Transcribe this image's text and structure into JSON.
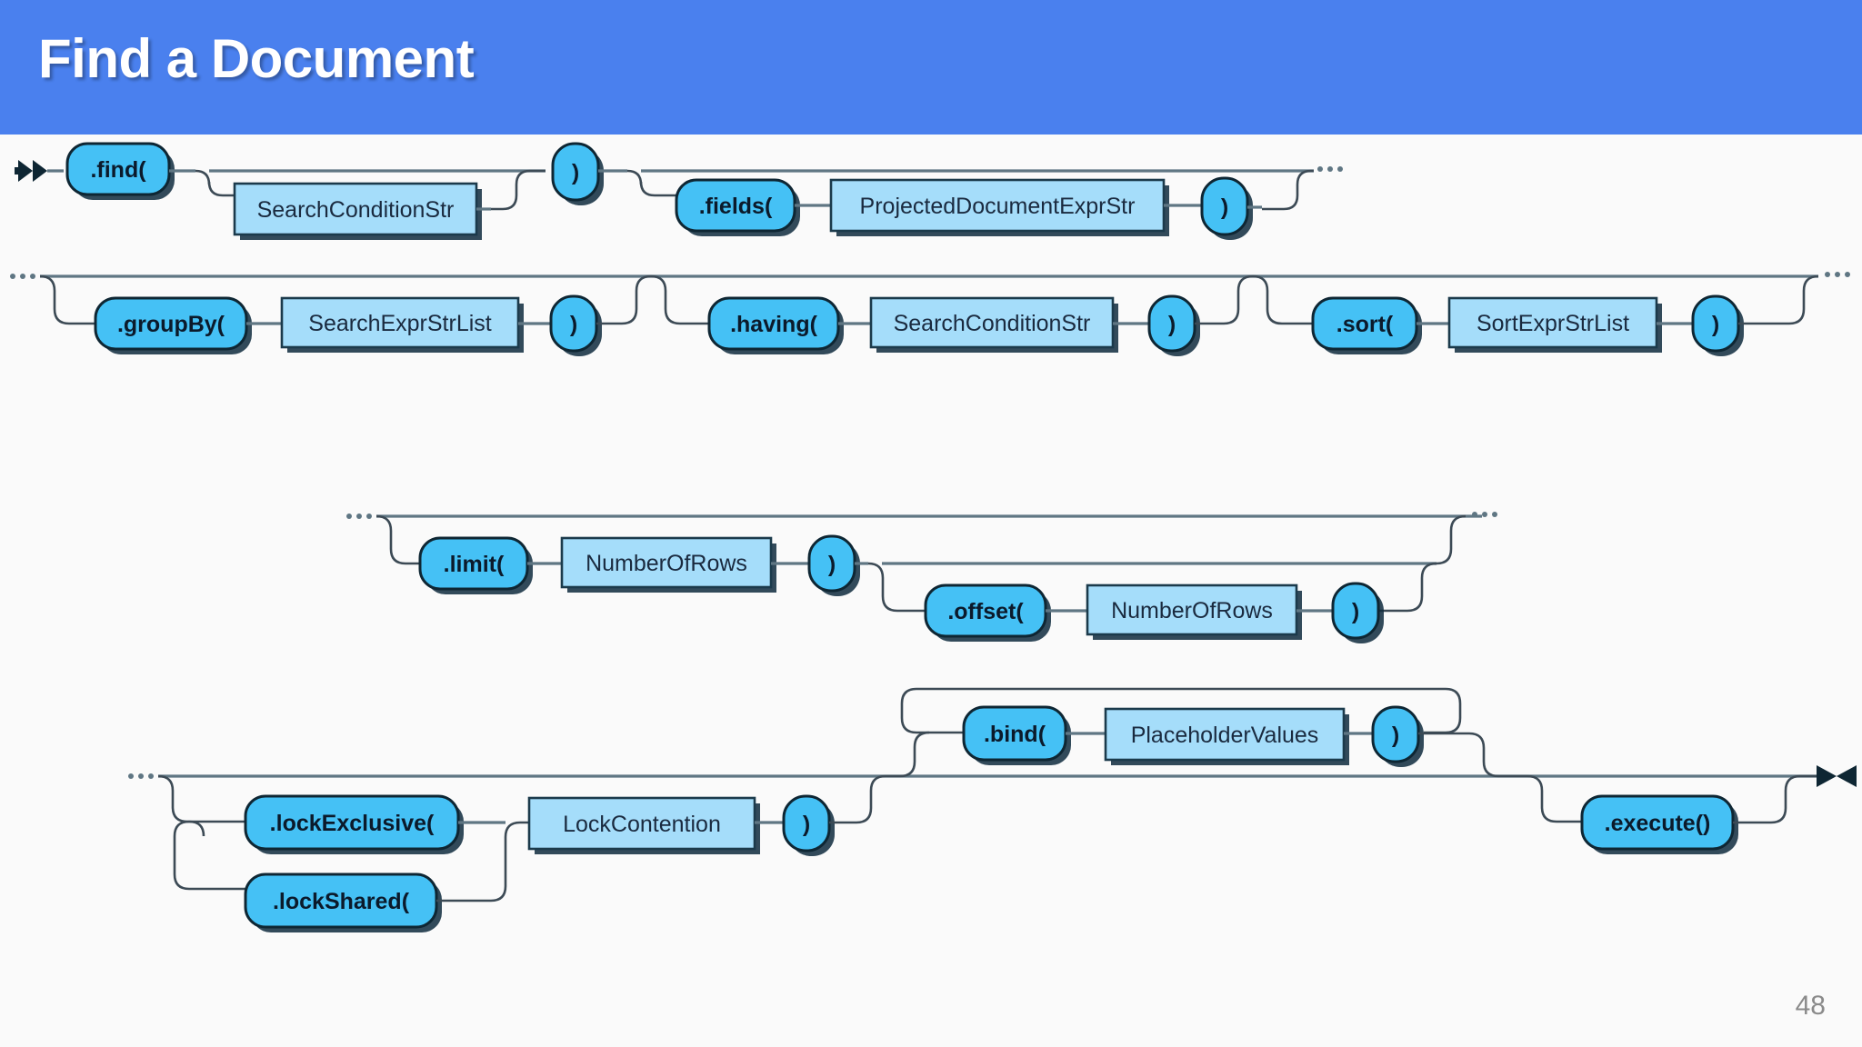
{
  "header": {
    "title": "Find a Document",
    "bg_color": "#4a80ee",
    "text_color": "#ffffff"
  },
  "page": {
    "number": "48",
    "background": "#fafafa"
  },
  "colors": {
    "terminal_fill": "#45c1f5",
    "terminal_stroke": "#0e2633",
    "nonterminal_fill": "#a5ddfa",
    "nonterminal_stroke": "#1b3a4b",
    "rail": "#5f7683",
    "shadow": "#0e2a3d",
    "page_number": "#8a8a8a"
  },
  "diagram": {
    "type": "railroad-syntax-diagram",
    "start_marker": "double-chevron-right",
    "end_marker": "bowtie",
    "rows": [
      {
        "id": "row-1",
        "continues_right": true,
        "nodes": [
          {
            "kind": "terminal",
            "label": ".find("
          },
          {
            "kind": "nonterminal",
            "label": "SearchConditionStr",
            "optional": true
          },
          {
            "kind": "terminal",
            "label": ")"
          },
          {
            "kind": "terminal",
            "label": ".fields(",
            "optional": true
          },
          {
            "kind": "nonterminal",
            "label": "ProjectedDocumentExprStr"
          },
          {
            "kind": "terminal",
            "label": ")"
          }
        ]
      },
      {
        "id": "row-2",
        "continues_left": true,
        "continues_right": true,
        "nodes": [
          {
            "kind": "terminal",
            "label": ".groupBy(",
            "optional": true
          },
          {
            "kind": "nonterminal",
            "label": "SearchExprStrList"
          },
          {
            "kind": "terminal",
            "label": ")"
          },
          {
            "kind": "terminal",
            "label": ".having(",
            "optional": true
          },
          {
            "kind": "nonterminal",
            "label": "SearchConditionStr"
          },
          {
            "kind": "terminal",
            "label": ")"
          },
          {
            "kind": "terminal",
            "label": ".sort(",
            "optional": true
          },
          {
            "kind": "nonterminal",
            "label": "SortExprStrList"
          },
          {
            "kind": "terminal",
            "label": ")"
          }
        ]
      },
      {
        "id": "row-3",
        "continues_left": true,
        "continues_right": true,
        "nodes": [
          {
            "kind": "terminal",
            "label": ".limit(",
            "optional": true
          },
          {
            "kind": "nonterminal",
            "label": "NumberOfRows"
          },
          {
            "kind": "terminal",
            "label": ")"
          },
          {
            "kind": "terminal",
            "label": ".offset(",
            "optional": true
          },
          {
            "kind": "nonterminal",
            "label": "NumberOfRows"
          },
          {
            "kind": "terminal",
            "label": ")"
          }
        ]
      },
      {
        "id": "row-4",
        "continues_left": true,
        "nodes": [
          {
            "kind": "terminal",
            "label": ".lockExclusive(",
            "optional": true,
            "branch": "a"
          },
          {
            "kind": "terminal",
            "label": ".lockShared(",
            "optional": true,
            "branch": "b"
          },
          {
            "kind": "nonterminal",
            "label": "LockContention"
          },
          {
            "kind": "terminal",
            "label": ")"
          },
          {
            "kind": "terminal",
            "label": ".bind(",
            "optional": true,
            "repeat": true
          },
          {
            "kind": "nonterminal",
            "label": "PlaceholderValues"
          },
          {
            "kind": "terminal",
            "label": ")"
          },
          {
            "kind": "terminal",
            "label": ".execute()",
            "optional": true
          }
        ]
      }
    ]
  },
  "labels": {
    "find": ".find(",
    "search_condition_str_1": "SearchConditionStr",
    "close_paren_1": ")",
    "fields": ".fields(",
    "projected_document_expr_str": "ProjectedDocumentExprStr",
    "close_paren_2": ")",
    "group_by": ".groupBy(",
    "search_expr_str_list": "SearchExprStrList",
    "close_paren_3": ")",
    "having": ".having(",
    "search_condition_str_2": "SearchConditionStr",
    "close_paren_4": ")",
    "sort": ".sort(",
    "sort_expr_str_list": "SortExprStrList",
    "close_paren_5": ")",
    "limit": ".limit(",
    "number_of_rows_1": "NumberOfRows",
    "close_paren_6": ")",
    "offset": ".offset(",
    "number_of_rows_2": "NumberOfRows",
    "close_paren_7": ")",
    "lock_exclusive": ".lockExclusive(",
    "lock_shared": ".lockShared(",
    "lock_contention": "LockContention",
    "close_paren_8": ")",
    "bind": ".bind(",
    "placeholder_values": "PlaceholderValues",
    "close_paren_9": ")",
    "execute": ".execute()"
  }
}
